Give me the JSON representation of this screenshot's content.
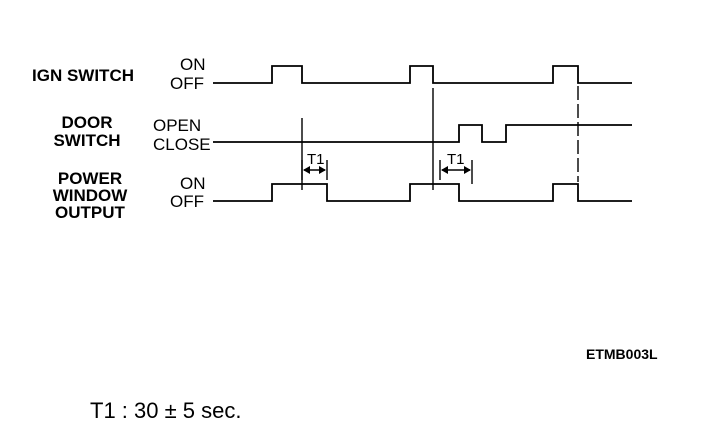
{
  "signals": {
    "ign": {
      "label": "IGN SWITCH",
      "high": "ON",
      "low": "OFF"
    },
    "door": {
      "label_line1": "DOOR",
      "label_line2": "SWITCH",
      "high": "OPEN",
      "low": "CLOSE"
    },
    "pwo": {
      "label_line1": "POWER",
      "label_line2": "WINDOW",
      "label_line3": "OUTPUT",
      "high": "ON",
      "low": "OFF"
    }
  },
  "markers": {
    "t1_a": "T1",
    "t1_b": "T1"
  },
  "diagram_code": "ETMB003L",
  "note": "T1 : 30 ± 5 sec."
}
